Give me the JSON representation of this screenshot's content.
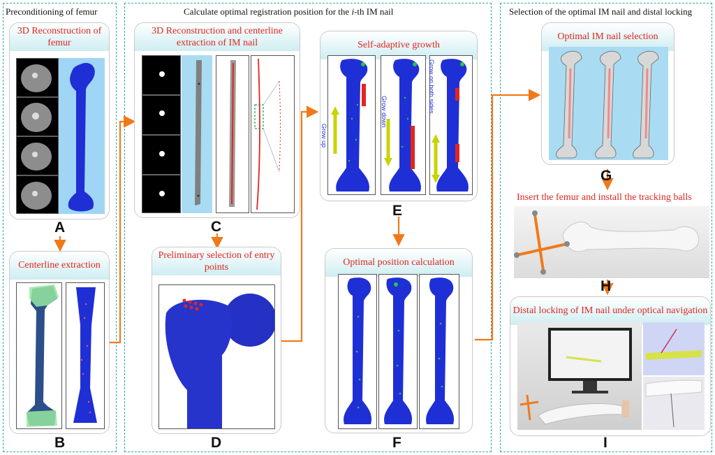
{
  "sections": {
    "left_title": "Preconditioning of femur",
    "middle_title_prefix": "Calculate optimal registration position for the ",
    "middle_title_italic": "i",
    "middle_title_suffix": "-th IM nail",
    "right_title": "Selection of the optimal IM nail and distal locking"
  },
  "panels": {
    "a_title": "3D Reconstruction of femur",
    "b_title": "Centerline extraction",
    "c_title": "3D Reconstruction and centerline extraction of IM nail",
    "d_title": "Preliminary selection of entry points",
    "e_title": "Self-adaptive growth",
    "f_title": "Optimal position calculation",
    "g_title": "Optimal IM nail selection",
    "h_title": "Insert the femur and install the tracking balls",
    "i_title": "Distal locking of IM nail under optical navigation"
  },
  "growth_labels": [
    "Grow up",
    "Grow down",
    "Grow on both sides"
  ],
  "letters": [
    "A",
    "B",
    "C",
    "D",
    "E",
    "F",
    "G",
    "H",
    "I"
  ],
  "colors": {
    "accent_red": "#e0261f",
    "section_border": "#2aa9a2",
    "arrow": "#f07a1a",
    "bone_blue": "#1f2fd6",
    "nail_gray": "#8a8a8a",
    "panel_header": "#cfeef2"
  }
}
